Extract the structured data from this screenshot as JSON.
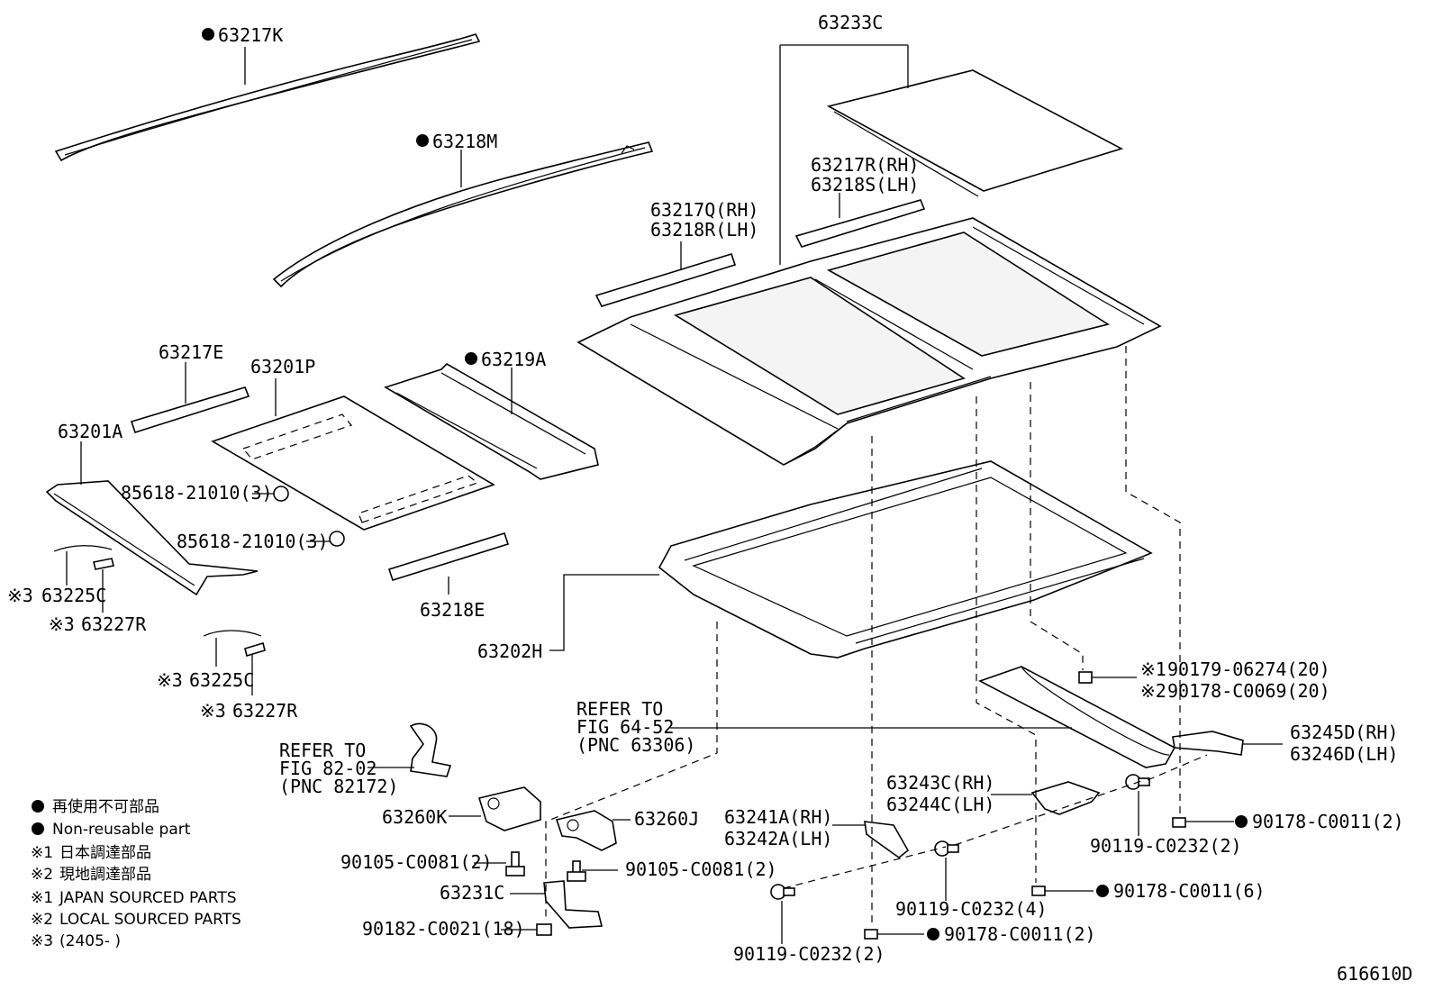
{
  "diagram_id": "616610D",
  "labels": {
    "p63217K": "63217K",
    "p63218M": "63218M",
    "p63233C": "63233C",
    "p63217R": "63217R(RH)",
    "p63218S": "63218S(LH)",
    "p63217Q": "63217Q(RH)",
    "p63218R": "63218R(LH)",
    "p63217E": "63217E",
    "p63201P": "63201P",
    "p63219A": "63219A",
    "p63201A": "63201A",
    "p85618a": "85618-21010(3)",
    "p85618b": "85618-21010(3)",
    "p63225C_1": "63225C",
    "p63227R_1": "63227R",
    "p63225C_2": "63225C",
    "p63227R_2": "63227R",
    "p63218E": "63218E",
    "p63202H": "63202H",
    "refer1_line1": "REFER TO",
    "refer1_line2": "FIG 64-52",
    "refer1_line3": "(PNC 63306)",
    "refer2_line1": "REFER TO",
    "refer2_line2": "FIG 82-02",
    "refer2_line3": "(PNC 82172)",
    "p90179": "90179-06274(20)",
    "p90178_c0069": "90178-C0069(20)",
    "p63245D": "63245D(RH)",
    "p63246D": "63246D(LH)",
    "p63243C": "63243C(RH)",
    "p63244C": "63244C(LH)",
    "p63241A": "63241A(RH)",
    "p63242A": "63242A(LH)",
    "p63260K": "63260K",
    "p63260J": "63260J",
    "p90105a": "90105-C0081(2)",
    "p90105b": "90105-C0081(2)",
    "p63231C": "63231C",
    "p90182": "90182-C0021(18)",
    "p90119a": "90119-C0232(2)",
    "p90119b": "90119-C0232(4)",
    "p90119c": "90119-C0232(2)",
    "p90178a": "90178-C0011(2)",
    "p90178b": "90178-C0011(6)",
    "p90178c": "90178-C0011(2)"
  },
  "marks": {
    "ref1": "※1",
    "ref2": "※2",
    "ref3": "※3"
  },
  "legend": {
    "nonreusable_jp": "再使用不可部品",
    "nonreusable_en": "Non-reusable part",
    "r1_jp": "日本調達部品",
    "r2_jp": "現地調達部品",
    "r1_en": "JAPAN SOURCED PARTS",
    "r2_en": "LOCAL SOURCED PARTS",
    "r3": "(2405-       )"
  }
}
